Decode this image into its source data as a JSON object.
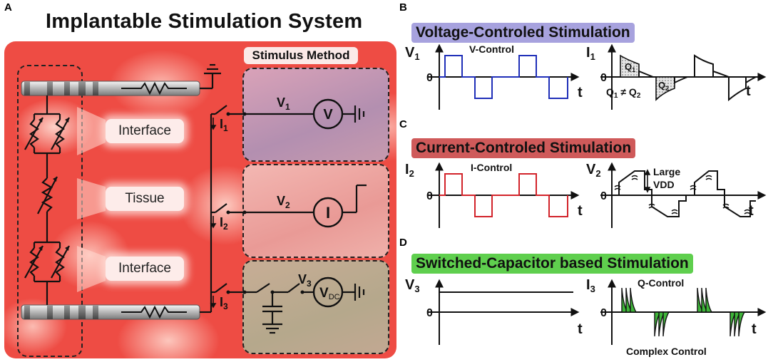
{
  "panel_a": {
    "letter": "A",
    "title": "Implantable Stimulation System",
    "stimulus_method_label": "Stimulus Method",
    "labels": {
      "interface_top": "Interface",
      "tissue": "Tissue",
      "interface_bottom": "Interface"
    },
    "switch_labels": [
      "I",
      "I",
      "I"
    ],
    "switch_subs": [
      "1",
      "2",
      "3"
    ],
    "node_labels": [
      "V",
      "V",
      "V"
    ],
    "node_subs": [
      "1",
      "2",
      "3"
    ],
    "source_labels": {
      "voltage": "V",
      "current": "I",
      "dc_main": "V",
      "dc_sub": "DC"
    }
  },
  "panel_b": {
    "letter": "B",
    "title": "Voltage-Controled Stimulation",
    "title_color": "#a7a2de",
    "left": {
      "y_label": "V",
      "y_sub": "1",
      "zero": "0",
      "x_label": "t",
      "annotation": "V-Control",
      "wave_color": "#1f2fb8"
    },
    "right": {
      "y_label": "I",
      "y_sub": "1",
      "zero": "0",
      "x_label": "t",
      "q1": "Q",
      "q1_sub": "1",
      "q2": "Q",
      "q2_sub": "2",
      "inequality": [
        "Q",
        "1",
        " ≠ Q",
        "2"
      ]
    }
  },
  "panel_c": {
    "letter": "C",
    "title": "Current-Controled Stimulation",
    "title_color": "#cf5a5a",
    "left": {
      "y_label": "I",
      "y_sub": "2",
      "zero": "0",
      "x_label": "t",
      "annotation": "I-Control",
      "wave_color": "#d2232a"
    },
    "right": {
      "y_label": "V",
      "y_sub": "2",
      "zero": "0",
      "x_label": "t",
      "annotation_lines": [
        "Large",
        "VDD"
      ]
    }
  },
  "panel_d": {
    "letter": "D",
    "title": "Switched-Capacitor based Stimulation",
    "title_color": "#5fcf4e",
    "left": {
      "y_label": "V",
      "y_sub": "3",
      "zero": "0",
      "x_label": "t"
    },
    "right": {
      "y_label": "I",
      "y_sub": "3",
      "zero": "0",
      "x_label": "t",
      "annotation": "Q-Control",
      "footer": "Complex Control",
      "fill_color": "#3fb53a"
    }
  }
}
